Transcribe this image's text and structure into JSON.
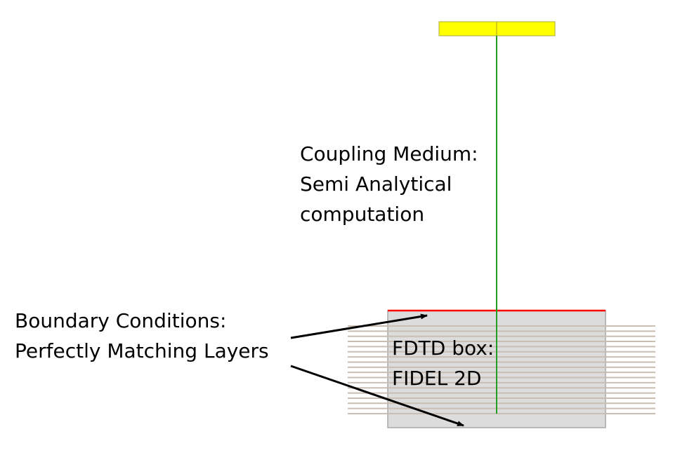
{
  "labels": {
    "coupling_line1": "Coupling Medium:",
    "coupling_line2": "Semi Analytical",
    "coupling_line3": "computation",
    "boundary_line1": "Boundary Conditions:",
    "boundary_line2": "Perfectly Matching Layers",
    "fdtd_line1": "FDTD box:",
    "fdtd_line2": "FIDEL 2D"
  },
  "layers": {
    "count": 18
  },
  "colors": {
    "source_bar": "#ffff00",
    "propagation_line": "#22a022",
    "boundary_top": "#ff0000",
    "fdtd_box": "#dcdcdc",
    "layer_stripe": "#c9beb2",
    "arrow": "#000000"
  }
}
